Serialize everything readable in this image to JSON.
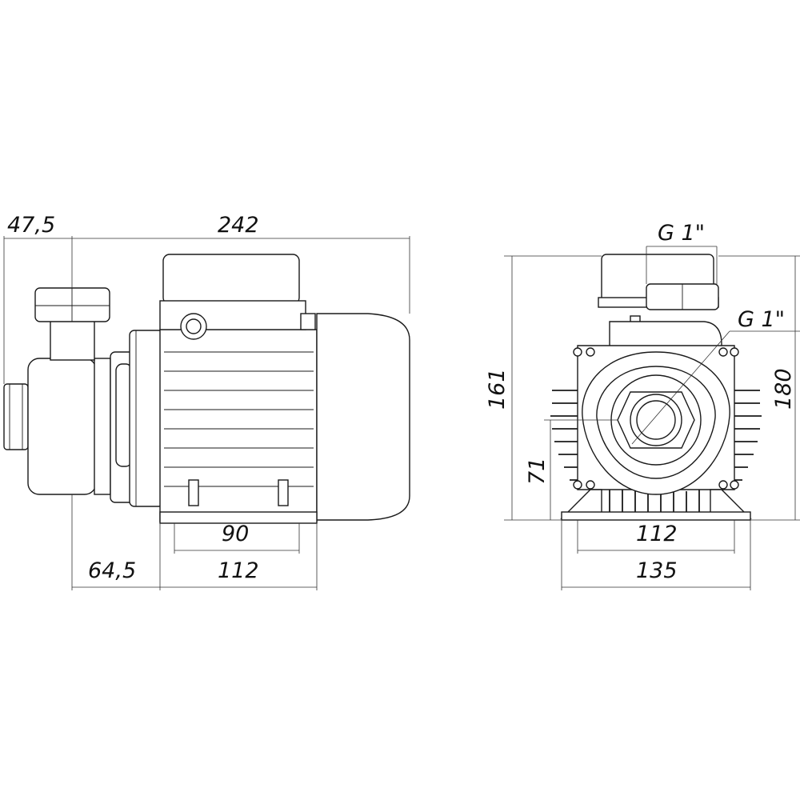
{
  "drawing": {
    "side_view": {
      "dims": {
        "inlet_offset": "47,5",
        "overall_length": "242",
        "foot_hole_spacing": "90",
        "base_length": "112",
        "inlet_to_base": "64,5"
      }
    },
    "front_view": {
      "dims": {
        "outlet_thread": "G 1\"",
        "inlet_thread": "G 1\"",
        "total_height": "161",
        "body_height": "180",
        "shaft_height": "71",
        "foot_hole_spacing": "112",
        "base_width": "135"
      }
    }
  }
}
